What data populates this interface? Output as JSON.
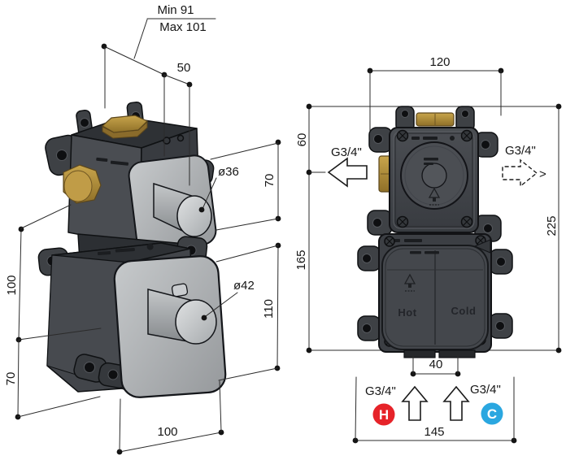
{
  "left_view": {
    "min_label": "Min 91",
    "max_label": "Max 101",
    "dim_knob_depth": "50",
    "dia_upper_knob": "ø36",
    "dim_upper_knob_offset": "70",
    "dim_upper_body_height": "100",
    "dim_lower_plate_height": "110",
    "dim_lower_offset": "70",
    "dim_body_width": "100",
    "dia_lower_knob": "ø42"
  },
  "front_view": {
    "dim_top_width": "120",
    "dim_outlet_offset": "60",
    "dim_body_span": "165",
    "dim_total_height": "225",
    "dim_inlet_spacing": "40",
    "dim_inlet_span": "145",
    "outlet_left_thread": "G3/4\"",
    "outlet_right_thread": "G3/4\"",
    "inlet_hot_thread": "G3/4\"",
    "inlet_cold_thread": "G3/4\"",
    "arrow_hint": ">",
    "hot_emboss": "Hot",
    "cold_emboss": "Cold",
    "hot_badge": "H",
    "cold_badge": "C"
  },
  "colors": {
    "hot": "#e62329",
    "cold": "#2aa7e0",
    "brass": "#b2903e",
    "body": "#46494e",
    "plate": "#aeb1b4",
    "line": "#2b2b2b"
  }
}
